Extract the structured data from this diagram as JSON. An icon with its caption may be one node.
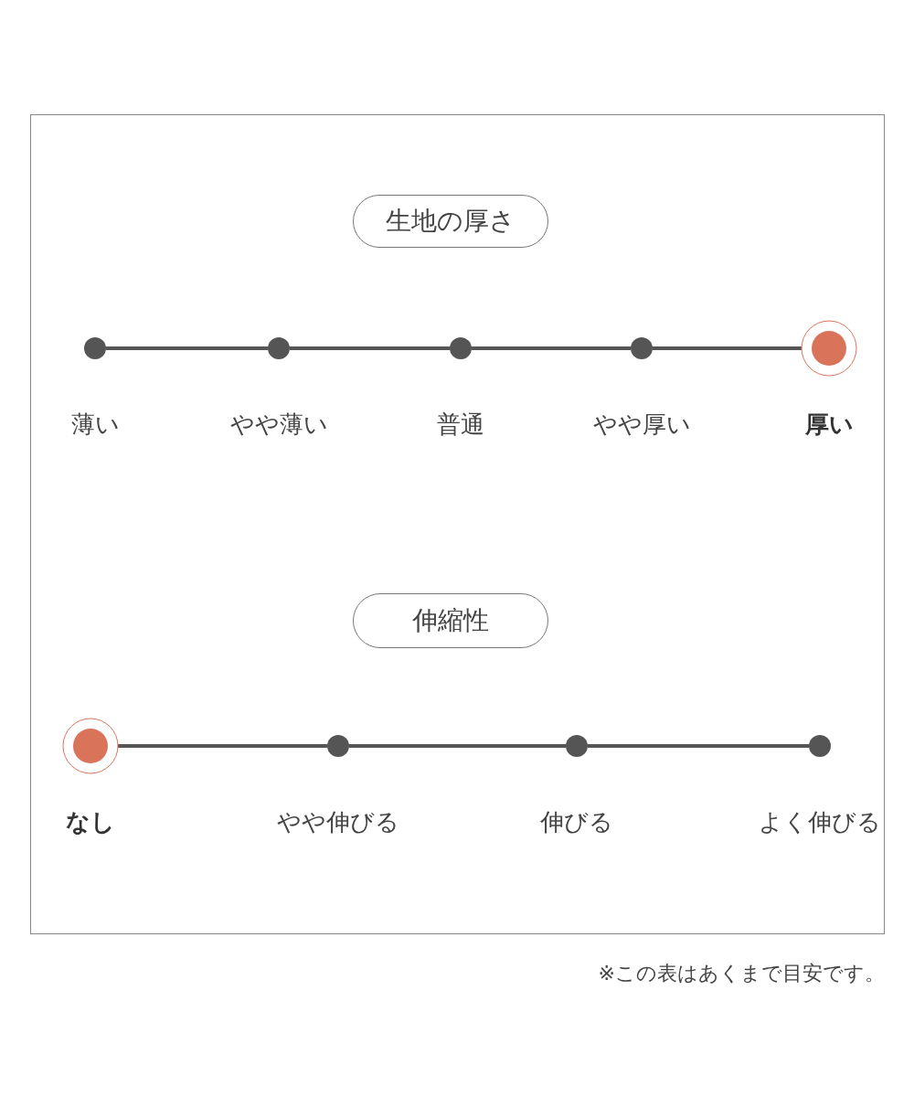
{
  "diagram": {
    "nodes": [
      {
        "text": [],
        "shape": "box"
      },
      {
        "text": [
          "生地の厚さ"
        ],
        "in": 0
      },
      {
        "text": [],
        "shape": "circle",
        "in": 0,
        "beside": [
          "薄い"
        ]
      },
      {
        "text": [],
        "shape": "circle",
        "in": 0,
        "beside": [
          "やや薄い"
        ]
      },
      {
        "text": [],
        "shape": "circle",
        "in": 0,
        "beside": [
          "普通"
        ]
      },
      {
        "text": [],
        "shape": "circle",
        "in": 0,
        "beside": [
          "やや厚い"
        ]
      },
      {
        "text": [],
        "shape": "target",
        "in": 0,
        "beside": [
          "厚い"
        ]
      },
      {
        "text": [
          "伸縮性"
        ],
        "in": 0
      },
      {
        "text": [],
        "shape": "target",
        "in": 0,
        "beside": [
          "なし"
        ]
      },
      {
        "text": [],
        "shape": "circle",
        "in": 0,
        "beside": [
          "やや伸びる"
        ]
      },
      {
        "text": [],
        "shape": "circle",
        "in": 0,
        "beside": [
          "伸びる"
        ]
      },
      {
        "text": [],
        "shape": "circle",
        "in": 0,
        "beside": [
          "よく伸びる"
        ]
      }
    ],
    "edges": [
      {
        "from": 2,
        "to": 3,
        "arrow": "none"
      },
      {
        "from": 3,
        "to": 4,
        "arrow": "none"
      },
      {
        "from": 4,
        "to": 5,
        "arrow": "none"
      },
      {
        "from": 5,
        "to": 6,
        "arrow": "none"
      },
      {
        "from": 8,
        "to": 9,
        "arrow": "none"
      },
      {
        "from": 9,
        "to": 10,
        "arrow": "none"
      },
      {
        "from": 10,
        "to": 11,
        "arrow": "none"
      }
    ],
    "labels": [
      "※この表はあくまで目安です。"
    ]
  }
}
